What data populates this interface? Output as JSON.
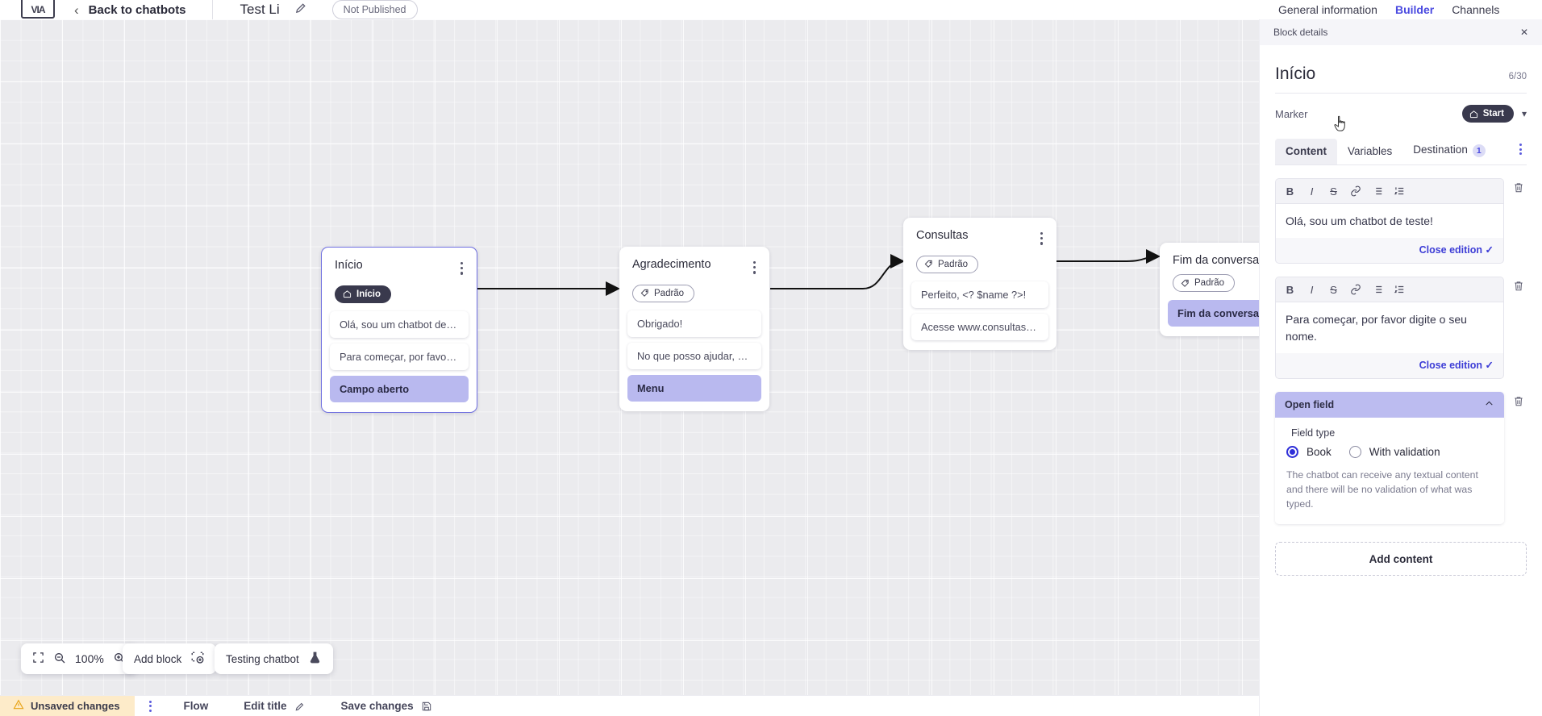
{
  "topbar": {
    "logo_glyph": "VIA",
    "back_label": "Back to chatbots",
    "bot_title": "Test Li",
    "publish_badge": "Not Published"
  },
  "tabs": [
    {
      "label": "General information",
      "active": false
    },
    {
      "label": "Builder",
      "active": true
    },
    {
      "label": "Channels",
      "active": false
    }
  ],
  "canvas": {
    "nodes": [
      {
        "title": "Início",
        "tag": {
          "label": "Início",
          "style": "dark",
          "icon": "home-icon"
        },
        "rows": [
          {
            "text": "Olá, sou um chatbot de teste!",
            "highlight": false
          },
          {
            "text": "Para começar, por favor digite o ...",
            "highlight": false
          },
          {
            "text": "Campo aberto",
            "highlight": true
          }
        ],
        "selected": true
      },
      {
        "title": "Agradecimento",
        "tag": {
          "label": "Padrão",
          "style": "outline",
          "icon": "tag-icon"
        },
        "rows": [
          {
            "text": "Obrigado!",
            "highlight": false
          },
          {
            "text": "No que posso ajudar, <? $name ...",
            "highlight": false
          },
          {
            "text": "Menu",
            "highlight": true
          }
        ],
        "selected": false
      },
      {
        "title": "Consultas",
        "tag": {
          "label": "Padrão",
          "style": "outline",
          "icon": "tag-icon"
        },
        "rows": [
          {
            "text": "Perfeito, <? $name ?>!",
            "highlight": false
          },
          {
            "text": "Acesse www.consultas.com par...",
            "highlight": false
          }
        ],
        "selected": false
      },
      {
        "title": "Fim da conversa",
        "tag": {
          "label": "Padrão",
          "style": "outline",
          "icon": "tag-icon"
        },
        "rows": [
          {
            "text": "Fim da conversa",
            "highlight": true
          }
        ],
        "selected": false
      }
    ]
  },
  "floating_toolbar": {
    "zoom_value": "100%",
    "add_block": "Add block",
    "testing_chatbot": "Testing chatbot"
  },
  "statusbar": {
    "unsaved": "Unsaved changes",
    "flow": "Flow",
    "edit_title": "Edit title",
    "save_changes": "Save changes"
  },
  "panel": {
    "header": "Block details",
    "title": "Início",
    "counter": "6/30",
    "marker_label": "Marker",
    "marker_value": "Start",
    "tabs": [
      {
        "label": "Content",
        "active": true,
        "badge": ""
      },
      {
        "label": "Variables",
        "active": false,
        "badge": ""
      },
      {
        "label": "Destination",
        "active": false,
        "badge": "1"
      }
    ],
    "editors": [
      {
        "text": "Olá, sou um chatbot de teste!",
        "close_label": "Close edition"
      },
      {
        "text": "Para começar, por favor digite o seu nome.",
        "close_label": "Close edition"
      }
    ],
    "open_field": {
      "header": "Open field",
      "field_type_label": "Field type",
      "options": [
        {
          "label": "Book",
          "selected": true
        },
        {
          "label": "With validation",
          "selected": false
        }
      ],
      "description": "The chatbot can receive any textual content and there will be no validation of what was typed."
    },
    "add_content": "Add content"
  },
  "colors": {
    "accent": "#4a4ae0",
    "highlight_row": "#b9b9ef",
    "warning_bg": "#fdebc9",
    "dark_pill": "#39394d"
  }
}
